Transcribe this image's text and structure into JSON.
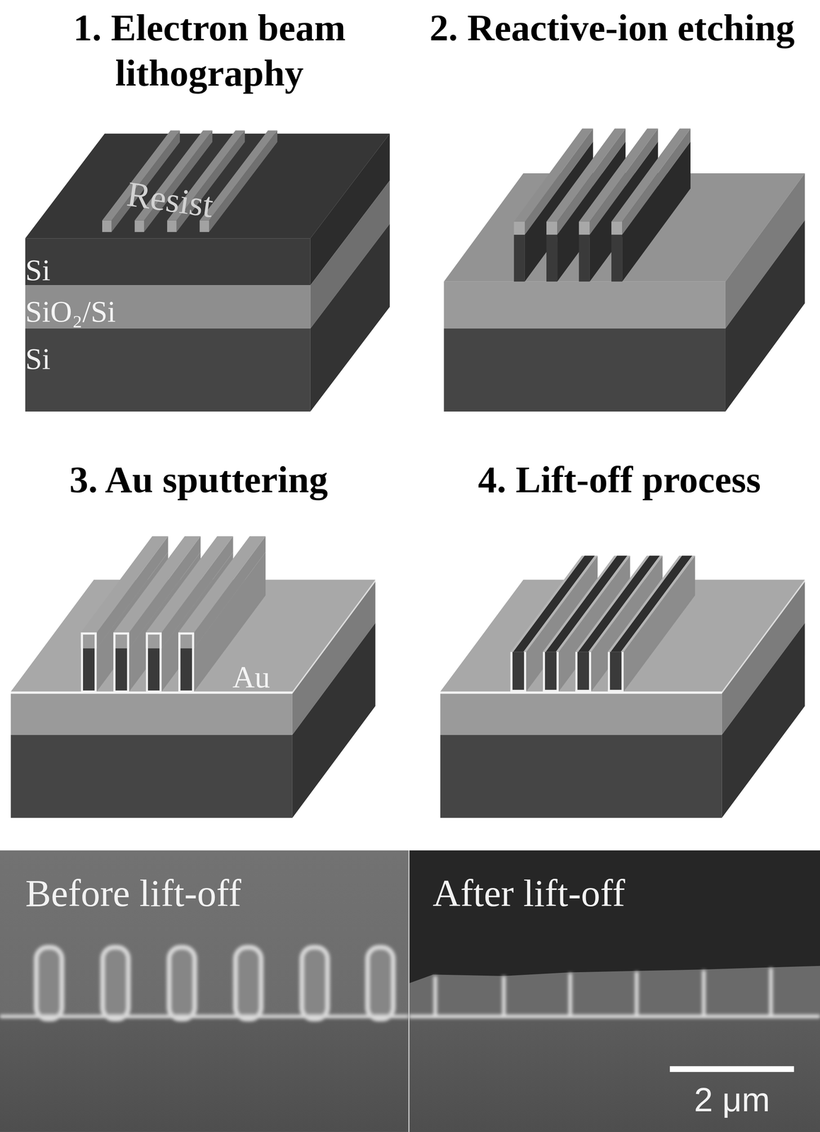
{
  "diagram": {
    "nodes": [
      {
        "text": [
          "Before lift-off"
        ]
      },
      {
        "text": [
          "After lift-off",
          "2 μm"
        ]
      }
    ],
    "labels": [
      "1. Electron beam lithography",
      "2. Reactive-ion etching",
      "3. Au sputtering",
      "4. Lift-off process",
      "Resist",
      "Si",
      "SiO₂/Si",
      "Si",
      "Au"
    ]
  }
}
